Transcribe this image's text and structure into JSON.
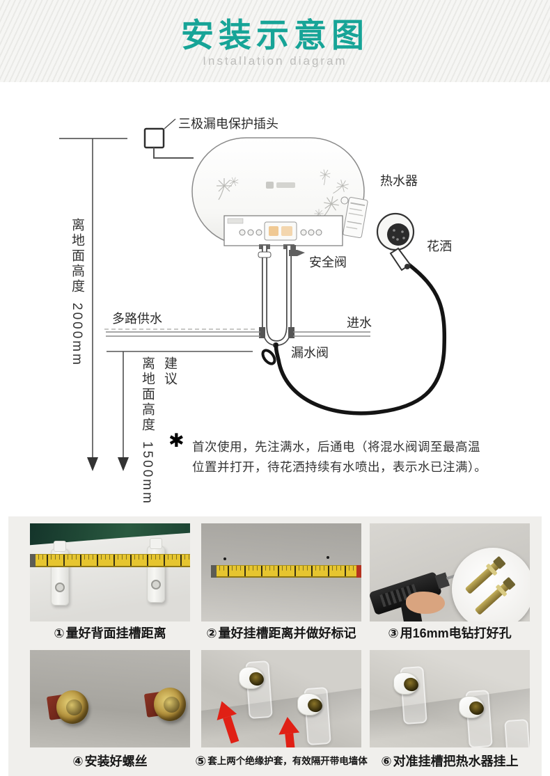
{
  "header": {
    "title": "安装示意图",
    "subtitle": "Installation diagram"
  },
  "diagram": {
    "labels": {
      "plug": "三极漏电保护插头",
      "heater": "热水器",
      "shower": "花洒",
      "safety_valve": "安全阀",
      "multi_supply": "多路供水",
      "inlet": "进水",
      "leak_valve": "漏水阀"
    },
    "dimensions": {
      "h1": {
        "prefix": "离地面高度",
        "value": "2000mm"
      },
      "h2": {
        "prefix": "离地面高度",
        "value": "1500mm",
        "tag": "建议"
      }
    },
    "note": {
      "marker": "✱",
      "line1": "首次使用，先注满水，后通电（将混水阀调至最高温",
      "line2": "位置并打开，待花洒持续有水喷出，表示水已注满）。"
    }
  },
  "steps": [
    {
      "num": "①",
      "caption": "量好背面挂槽距离"
    },
    {
      "num": "②",
      "caption": "量好挂槽距离并做好标记"
    },
    {
      "num": "③",
      "caption": "用16mm电钻打好孔"
    },
    {
      "num": "④",
      "caption": "安装好螺丝"
    },
    {
      "num": "⑤",
      "caption": "套上两个绝缘护套，有效隔开带电墙体"
    },
    {
      "num": "⑥",
      "caption": "对准挂槽把热水器挂上"
    }
  ],
  "colors": {
    "accent_teal": "#17a497",
    "tape_yellow": "#e6c52f",
    "arrow_red": "#e02015",
    "heater_back_green": "#1c3a2b"
  }
}
